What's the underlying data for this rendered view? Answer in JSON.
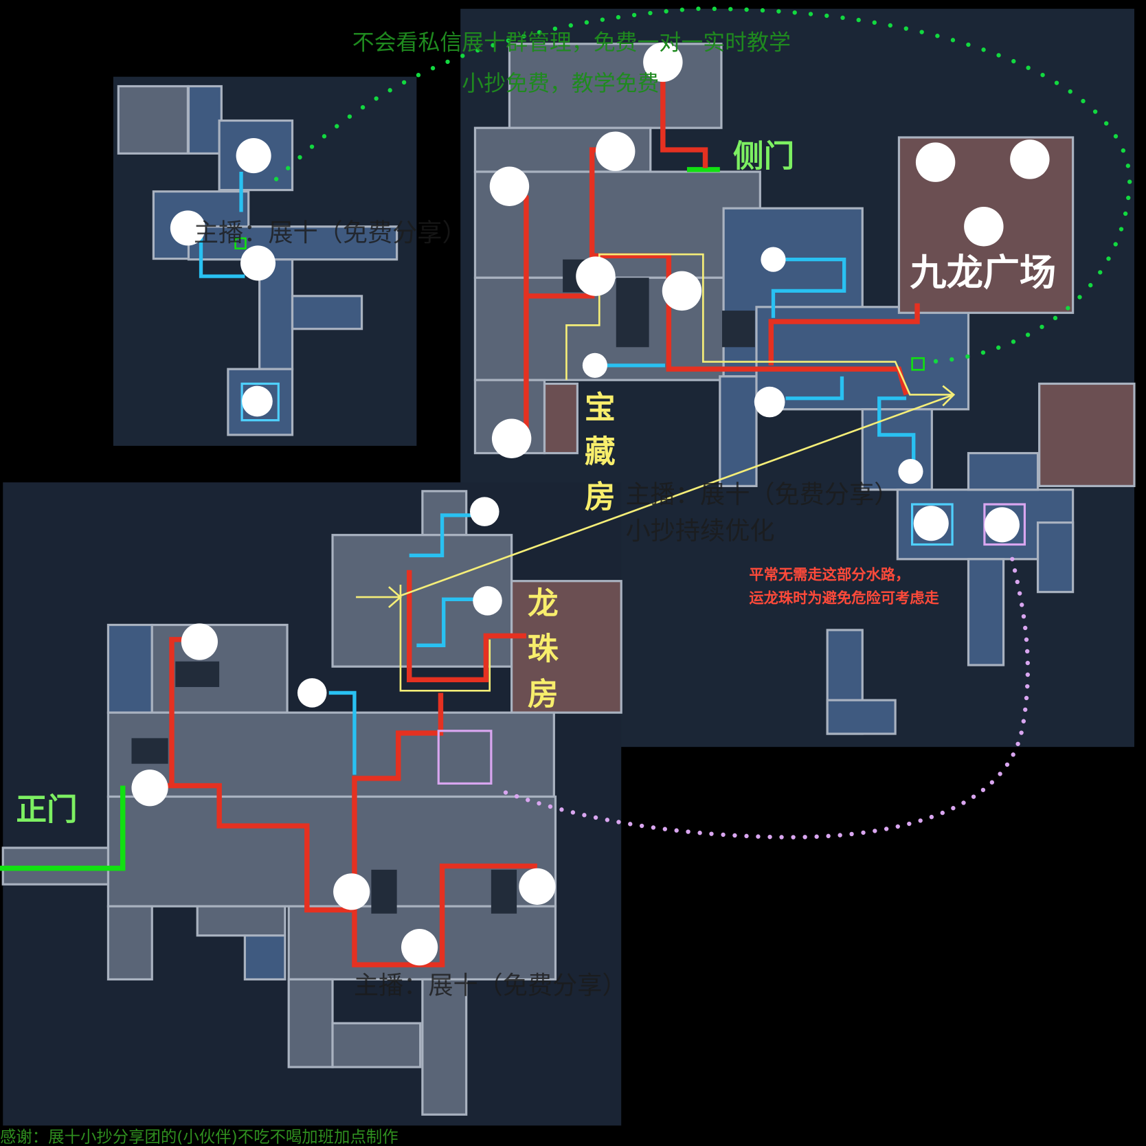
{
  "header": {
    "line1": "不会看私信展十群管理，免费一对一实时教学",
    "line2": "小抄免费，教学免费"
  },
  "labels": {
    "side_gate": "侧门",
    "main_gate": "正门",
    "plaza": "九龙广场",
    "treasure_room": [
      "宝",
      "藏",
      "房"
    ],
    "dragon_room": [
      "龙",
      "珠",
      "房"
    ]
  },
  "watermarks": {
    "streamer": "主播：展十（免费分享）",
    "optimize": "小抄持续优化"
  },
  "note": {
    "line1": "平常无需走这部分水路，",
    "line2": "运龙珠时为避免危险可考虑走"
  },
  "footer": "感谢：展十小抄分享团的(小伙伴)不吃不喝加班加点制作",
  "colors": {
    "route_main": "#e53121",
    "route_water": "#29c1f2",
    "route_alt": "#f5ee78",
    "gate": "#12e012"
  }
}
